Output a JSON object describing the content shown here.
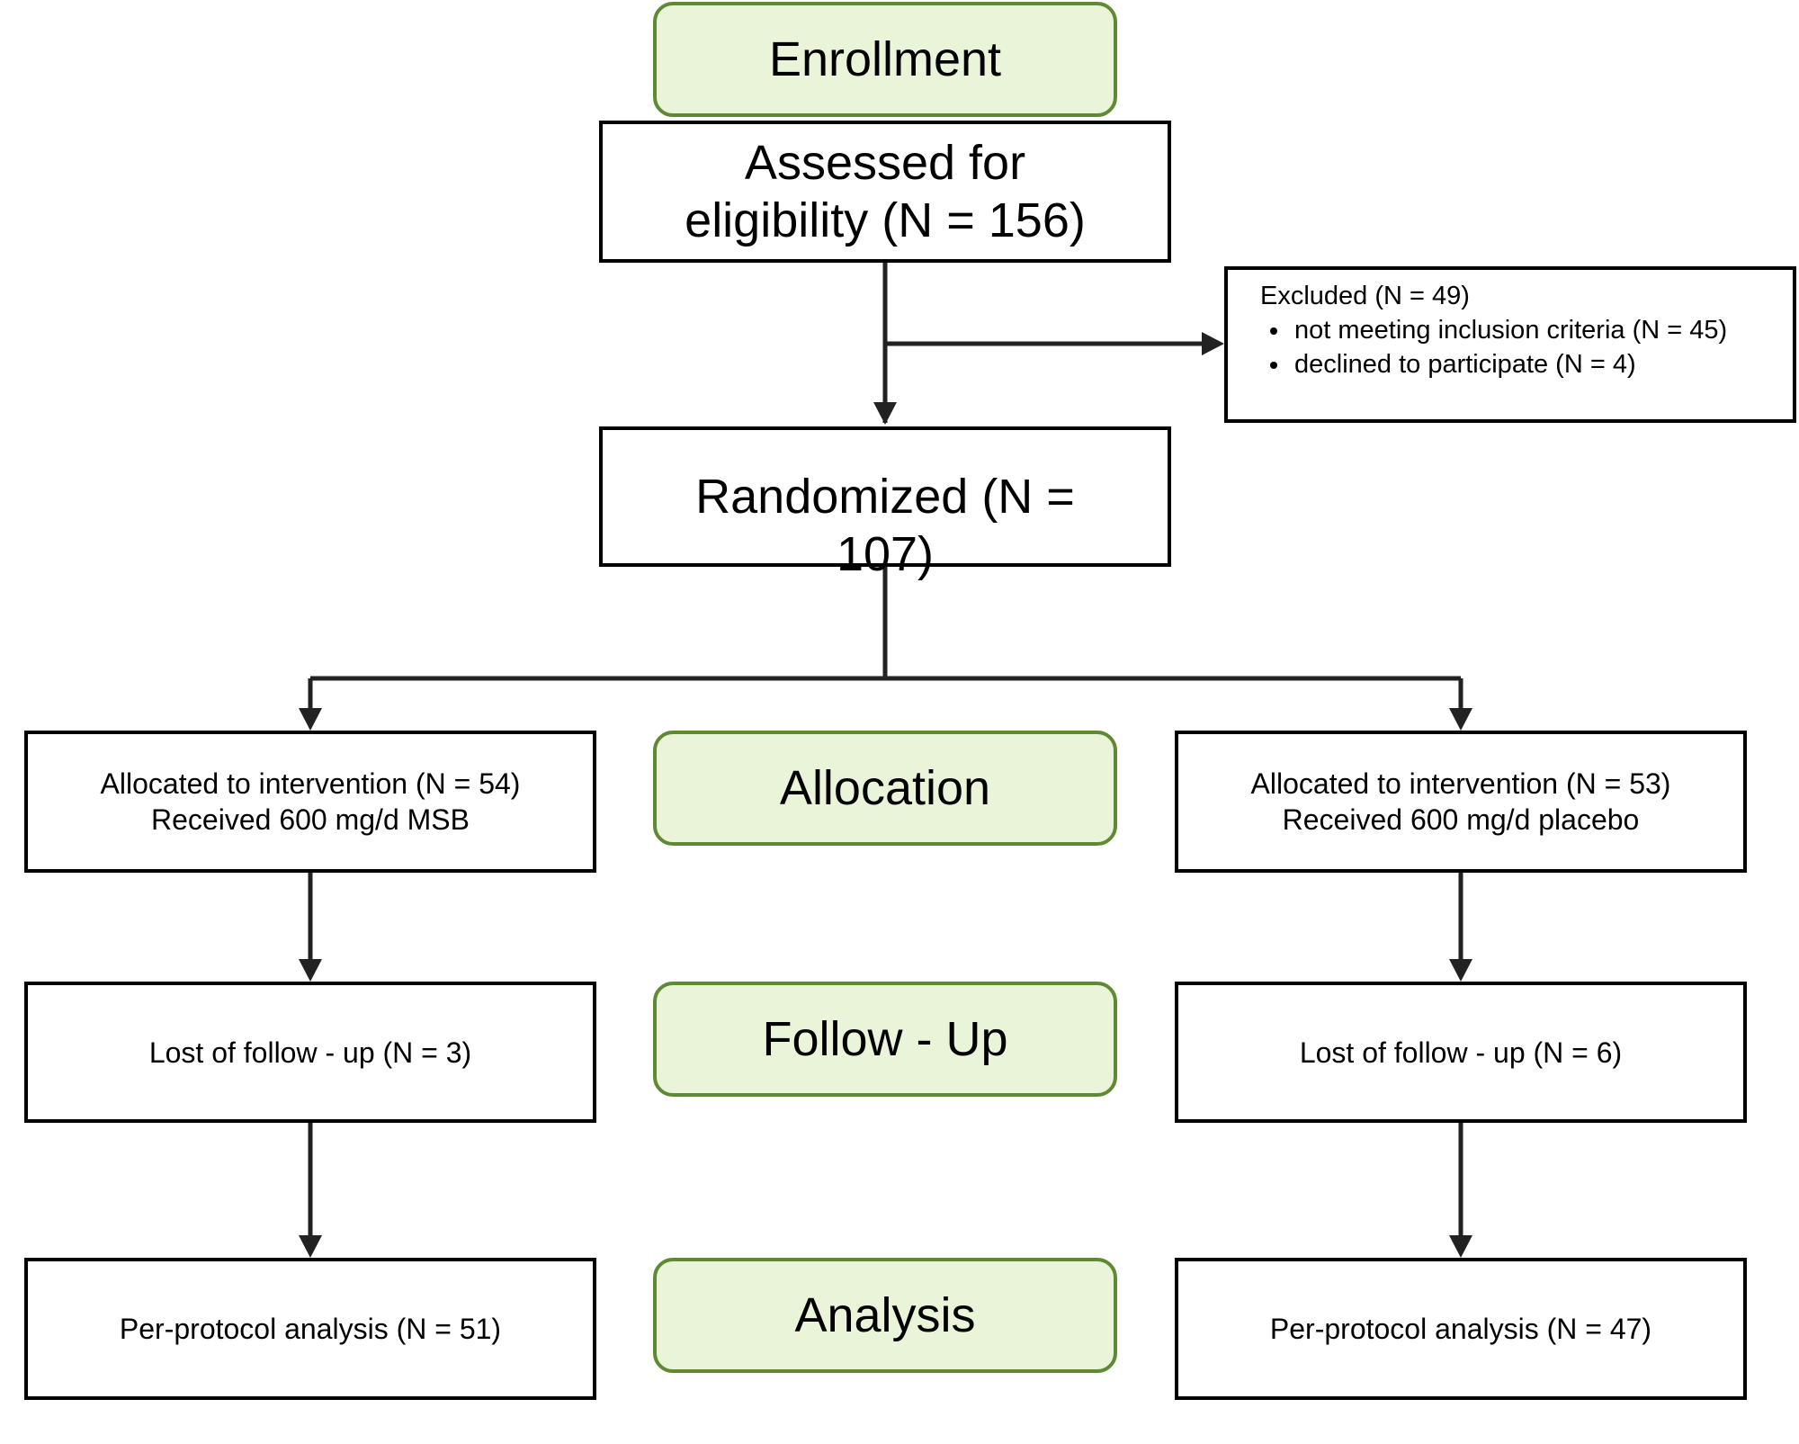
{
  "stages": {
    "enrollment": "Enrollment",
    "allocation": "Allocation",
    "follow_up": "Follow - Up",
    "analysis": "Analysis"
  },
  "assessed": {
    "line1": "Assessed for",
    "line2": "eligibility (N = 156)"
  },
  "excluded": {
    "title": "Excluded (N = 49)",
    "items": [
      "not meeting inclusion criteria (N = 45)",
      "declined to participate (N = 4)"
    ]
  },
  "randomized": {
    "line1": "Randomized (N =",
    "line2": "107)"
  },
  "left_arm": {
    "allocated_line1": "Allocated to intervention (N = 54)",
    "allocated_line2": "Received 600 mg/d MSB",
    "lost": "Lost of follow - up (N = 3)",
    "analysis": "Per-protocol analysis (N = 51)"
  },
  "right_arm": {
    "allocated_line1": "Allocated to intervention (N = 53)",
    "allocated_line2": "Received 600 mg/d placebo",
    "lost": "Lost of follow - up (N = 6)",
    "analysis": "Per-protocol analysis (N = 47)"
  },
  "colors": {
    "stage_fill": "#eaf4d9",
    "stage_border": "#5f8a33",
    "connector": "#222222"
  }
}
